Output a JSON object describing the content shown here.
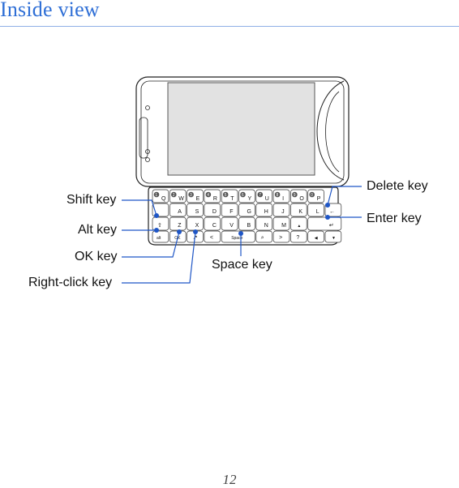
{
  "page": {
    "title": "Inside view",
    "page_number": "12"
  },
  "callouts": {
    "shift_key": "Shift key",
    "alt_key": "Alt key",
    "ok_key": "OK key",
    "right_click_key": "Right-click key",
    "delete_key": "Delete key",
    "enter_key": "Enter key",
    "space_key": "Space key"
  },
  "keyboard": {
    "row1": [
      "Q",
      "W",
      "E",
      "R",
      "T",
      "Y",
      "U",
      "I",
      "O",
      "P"
    ],
    "row1_numbers": [
      "1",
      "2",
      "3",
      "4",
      "5",
      "6",
      "7",
      "8",
      "9",
      "0"
    ],
    "row2": [
      "A",
      "S",
      "D",
      "F",
      "G",
      "H",
      "J",
      "K",
      "L"
    ],
    "row3": [
      "Z",
      "X",
      "C",
      "V",
      "B",
      "N",
      "M"
    ],
    "space_label": "Space",
    "ok_label": "OK"
  },
  "colors": {
    "title": "#2f6fd6",
    "callout_line": "#1f56c6"
  }
}
